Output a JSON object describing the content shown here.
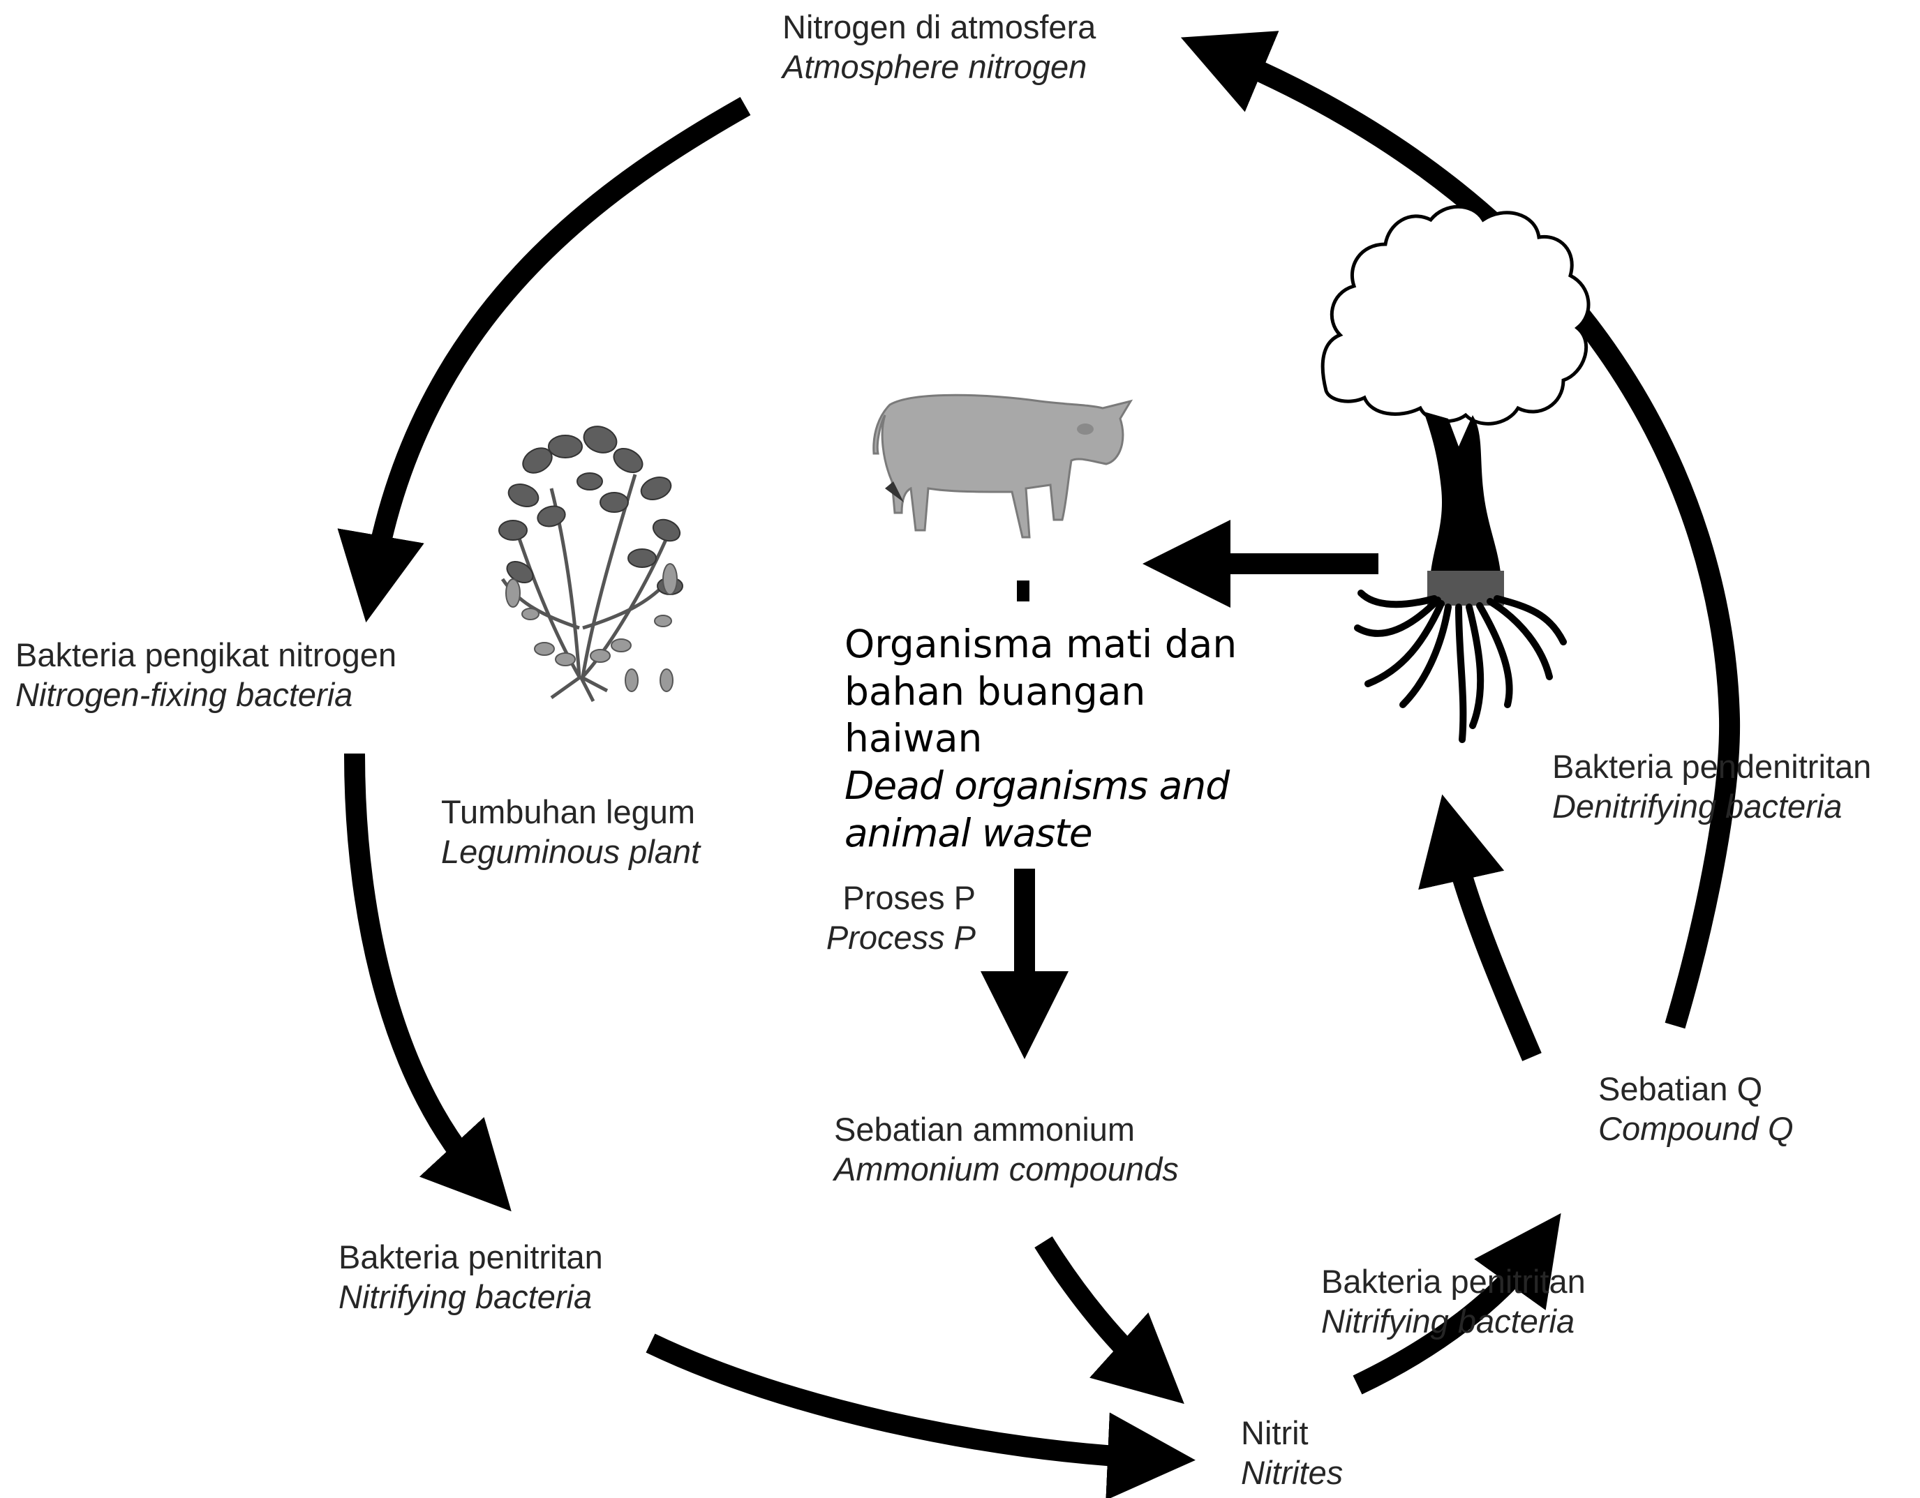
{
  "labels": {
    "atmosphere": {
      "ms": "Nitrogen di atmosfera",
      "en": "Atmosphere nitrogen"
    },
    "fixing": {
      "ms": "Bakteria pengikat nitrogen",
      "en": "Nitrogen-fixing bacteria"
    },
    "legume": {
      "ms": "Tumbuhan legum",
      "en": "Leguminous plant"
    },
    "dead": {
      "ms1": "Organisma mati dan",
      "ms2": "bahan buangan",
      "ms3": "haiwan",
      "en1": "Dead organisms and",
      "en2": "animal waste"
    },
    "process": {
      "ms": "Proses P",
      "en": "Process P"
    },
    "ammonium": {
      "ms": "Sebatian ammonium",
      "en": "Ammonium compounds"
    },
    "nitrifying_left": {
      "ms": "Bakteria penitritan",
      "en": "Nitrifying bacteria"
    },
    "nitrites": {
      "ms": "Nitrit",
      "en": "Nitrites"
    },
    "nitrifying_right": {
      "ms": "Bakteria penitritan",
      "en": "Nitrifying bacteria"
    },
    "compound_q": {
      "ms": "Sebatian Q",
      "en": "Compound Q"
    },
    "denitrifying": {
      "ms": "Bakteria pendenitritan",
      "en": "Denitrifying bacteria"
    }
  },
  "images": {
    "plant": "leguminous-plant-icon",
    "cow": "cow-icon",
    "tree": "tree-icon"
  },
  "colors": {
    "arrow": "#000000",
    "text": "#262626"
  }
}
